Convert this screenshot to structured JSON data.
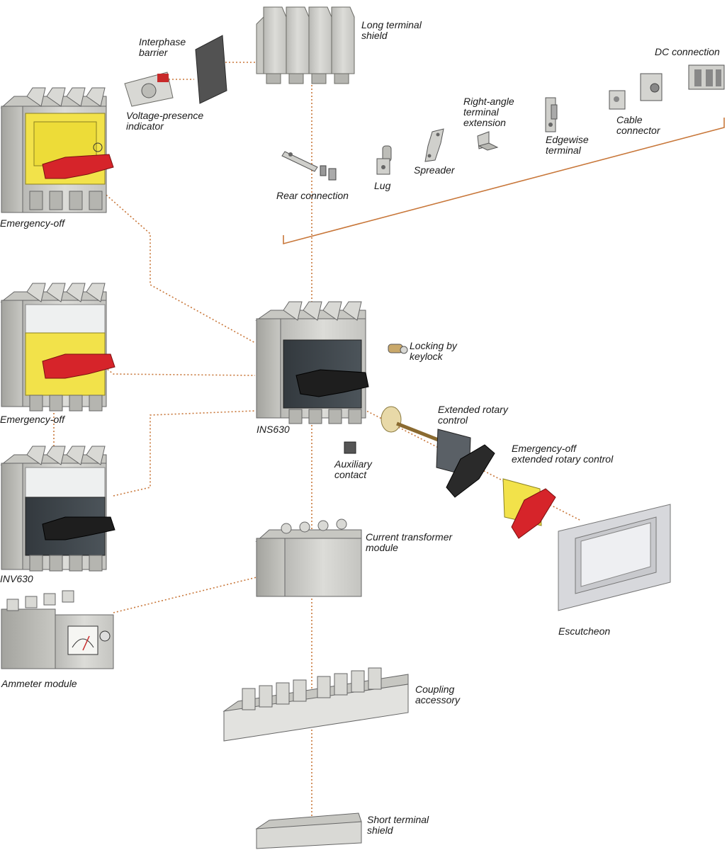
{
  "colors": {
    "leader": "#c8773a",
    "body_grey": "#cfcfcc",
    "body_shade": "#a9a9a5",
    "dark_panel": "#3e4449",
    "yellow": "#f2e24a",
    "red_handle": "#d6242a",
    "black_handle": "#1e1e1e",
    "beige": "#e8d9a8"
  },
  "labels": {
    "interphase_barrier": [
      "Interphase",
      "barrier"
    ],
    "voltage_presence_indicator": [
      "Voltage-presence",
      "indicator"
    ],
    "long_terminal_shield": [
      "Long terminal",
      "shield"
    ],
    "dc_connection": [
      "DC connection"
    ],
    "right_angle_terminal_extension": [
      "Right-angle",
      "terminal",
      "extension"
    ],
    "edgewise_terminal": [
      "Edgewise",
      "terminal"
    ],
    "cable_connector": [
      "Cable",
      "connector"
    ],
    "spreader": [
      "Spreader"
    ],
    "lug": [
      "Lug"
    ],
    "rear_connection": [
      "Rear connection"
    ],
    "emergency_off_1": [
      "Emergency-off"
    ],
    "emergency_off_2": [
      "Emergency-off"
    ],
    "locking_by_keylock": [
      "Locking by",
      "keylock"
    ],
    "extended_rotary_control": [
      "Extended rotary",
      "control"
    ],
    "ins630": [
      "INS630"
    ],
    "emergency_off_extended_rotary_control": [
      "Emergency-off",
      "extended rotary control"
    ],
    "auxiliary_contact": [
      "Auxiliary",
      "contact"
    ],
    "inv630": [
      "INV630"
    ],
    "current_transformer_module": [
      "Current transformer",
      "module"
    ],
    "escutcheon": [
      "Escutcheon"
    ],
    "ammeter_module": [
      "Ammeter module"
    ],
    "coupling_accessory": [
      "Coupling",
      "accessory"
    ],
    "short_terminal_shield": [
      "Short terminal",
      "shield"
    ]
  }
}
